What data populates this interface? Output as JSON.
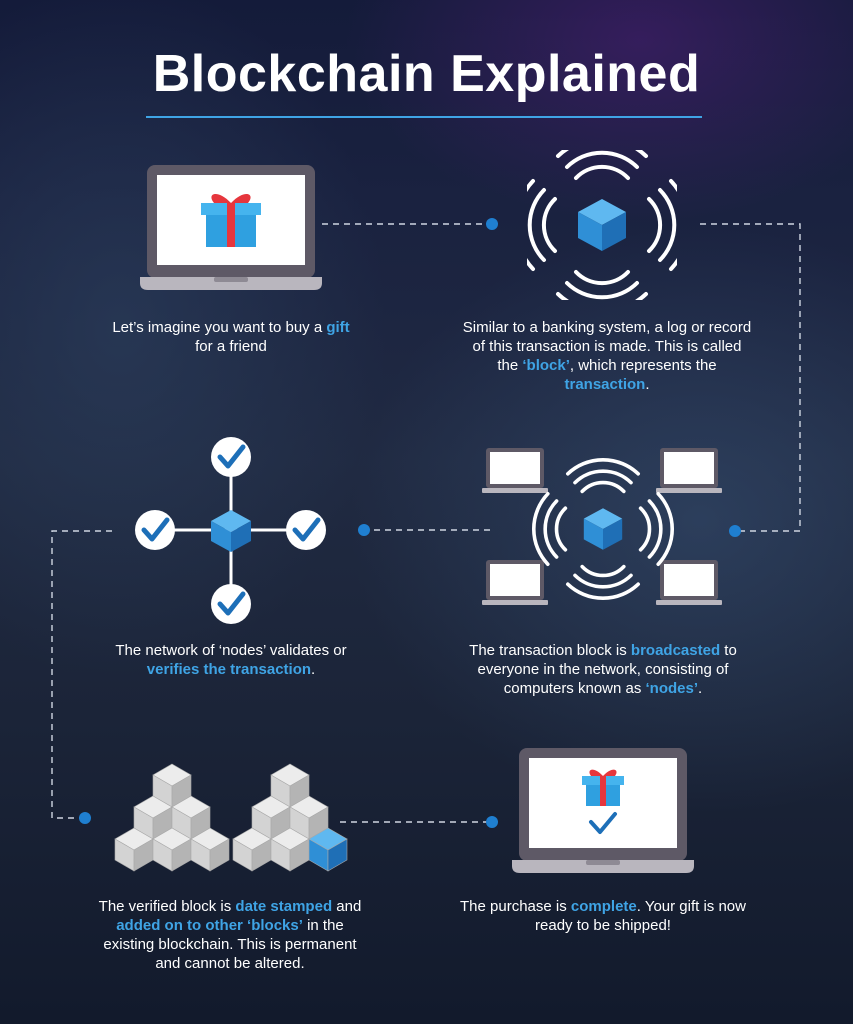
{
  "title": "Blockchain Explained",
  "colors": {
    "accent": "#3fa4e5",
    "laptop": "#5e5966",
    "screen": "#ffffff",
    "cube": "#2f8fd6",
    "check": "#1d6fb8",
    "grey_cube": "#d6d6d6"
  },
  "steps": [
    {
      "icon": "laptop-gift-icon",
      "parts": [
        {
          "text": "Let’s imagine you want to buy a ",
          "hl": false
        },
        {
          "text": "gift",
          "hl": true
        },
        {
          "text": " for a friend",
          "hl": false
        }
      ]
    },
    {
      "icon": "broadcast-block-icon",
      "parts": [
        {
          "text": "Similar to a banking system, a log or record of this transaction is made. This is called the ",
          "hl": false
        },
        {
          "text": "‘block’",
          "hl": true
        },
        {
          "text": ", which represents the ",
          "hl": false
        },
        {
          "text": "transaction",
          "hl": true
        },
        {
          "text": ".",
          "hl": false
        }
      ]
    },
    {
      "icon": "network-nodes-icon",
      "parts": [
        {
          "text": "The transaction block is ",
          "hl": false
        },
        {
          "text": "broadcasted",
          "hl": true
        },
        {
          "text": " to everyone in the network, consisting of computers known as ",
          "hl": false
        },
        {
          "text": "‘nodes’",
          "hl": true
        },
        {
          "text": ".",
          "hl": false
        }
      ]
    },
    {
      "icon": "validation-checks-icon",
      "parts": [
        {
          "text": "The network of ‘nodes’ validates or ",
          "hl": false
        },
        {
          "text": "verifies the transaction",
          "hl": true
        },
        {
          "text": ".",
          "hl": false
        }
      ]
    },
    {
      "icon": "blockchain-cubes-icon",
      "parts": [
        {
          "text": "The verified block is ",
          "hl": false
        },
        {
          "text": "date stamped",
          "hl": true
        },
        {
          "text": " and ",
          "hl": false
        },
        {
          "text": "added on to other ‘blocks’",
          "hl": true
        },
        {
          "text": " in the existing blockchain. This is permanent and cannot be altered.",
          "hl": false
        }
      ]
    },
    {
      "icon": "laptop-gift-check-icon",
      "parts": [
        {
          "text": "The purchase is ",
          "hl": false
        },
        {
          "text": "complete",
          "hl": true
        },
        {
          "text": ". Your gift is now ready to be shipped!",
          "hl": false
        }
      ]
    }
  ]
}
